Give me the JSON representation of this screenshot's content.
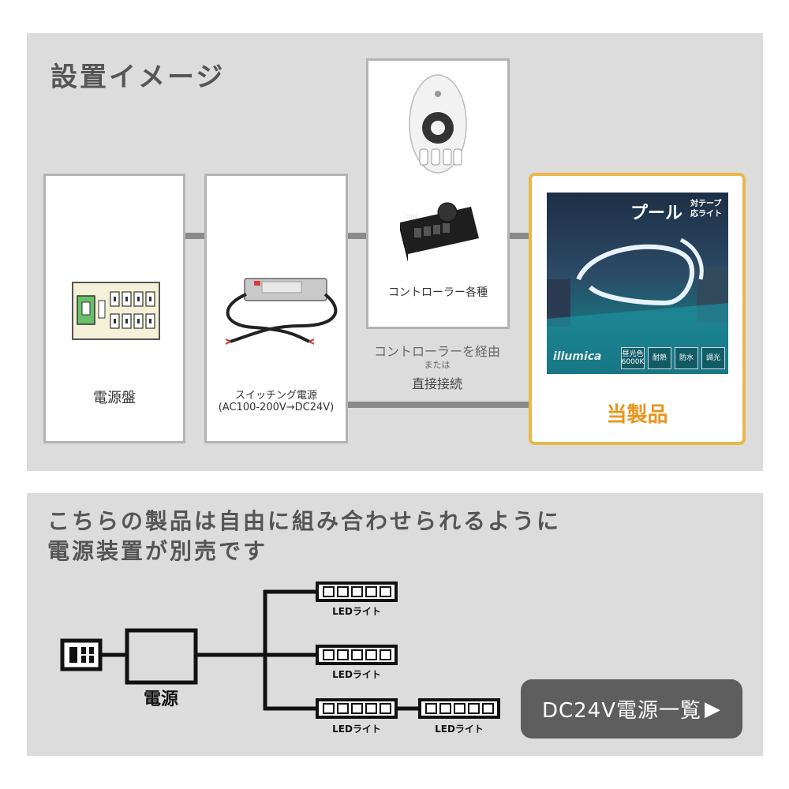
{
  "section1": {
    "heading": "設置イメージ",
    "cards": [
      {
        "label": "電源盤"
      },
      {
        "label_line1": "スイッチング電源",
        "label_line2": "(AC100-200V→DC24V)"
      },
      {
        "label": "コントローラー各種"
      },
      {
        "label": "当製品"
      }
    ],
    "middle_text": {
      "line1": "コントローラーを経由",
      "line2": "または",
      "line3": "直接接続"
    },
    "product_image": {
      "title": "プール",
      "subtitle_top": "対テープ",
      "subtitle_bottom": "応ライト",
      "brand": "illumica",
      "badges": [
        "昼光色 6000K",
        "耐熱",
        "防水",
        "調光"
      ]
    },
    "controller_image": {
      "dial_label": "DIM"
    }
  },
  "section2": {
    "heading_line1": "こちらの製品は自由に組み合わせられるように",
    "heading_line2": "電源装置が別売です",
    "power_label": "電源",
    "led_label": "LEDライト",
    "cta": {
      "label": "DC24V電源一覧",
      "arrow": "▶"
    }
  },
  "colors": {
    "panel_bg": "#dcdcdc",
    "card_border": "#b3b3b3",
    "highlight_border": "#e8b84a",
    "highlight_text": "#e8961e",
    "cta_bg": "#5e5e5e"
  }
}
